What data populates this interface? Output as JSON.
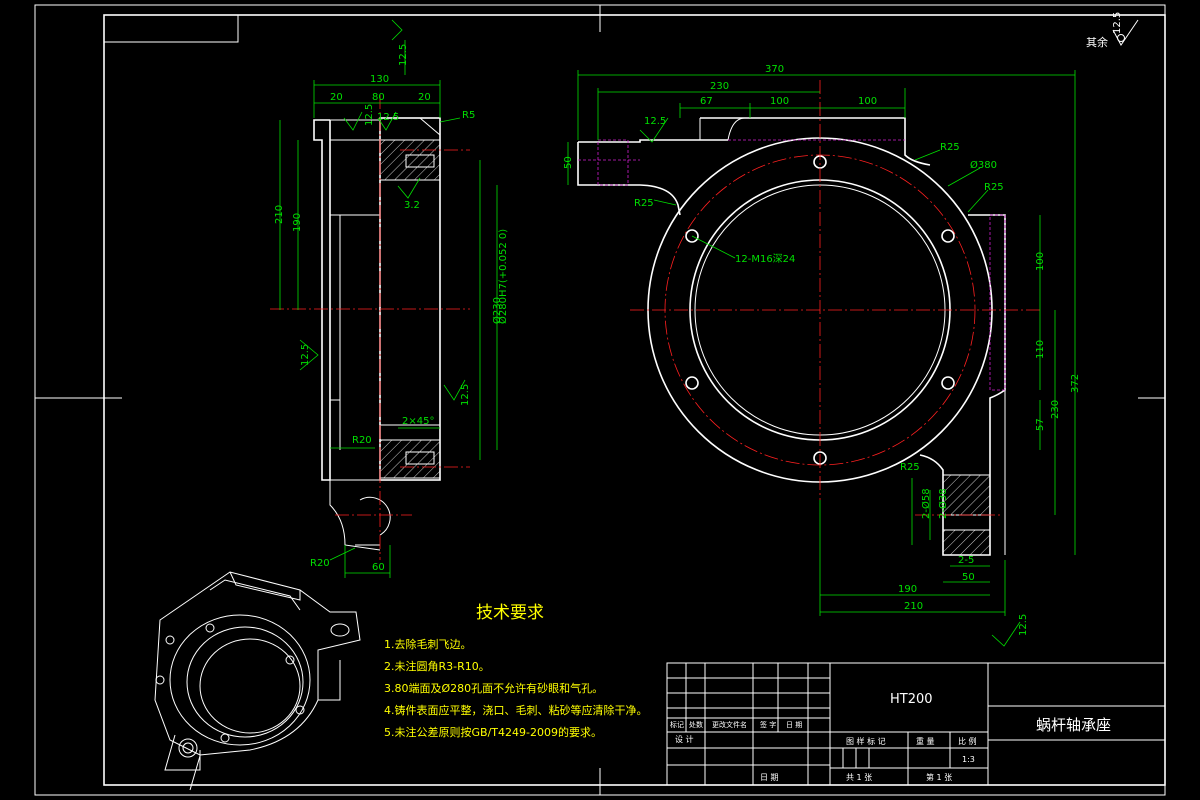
{
  "drawing": {
    "roughness_other": "其余",
    "roughness_other_value": "12.5",
    "material": "HT200",
    "part_name": "蜗杆轴承座",
    "scale": "1:3",
    "sheet_total": "共 1 张",
    "sheet_no": "第 1 张"
  },
  "tech_requirements": {
    "title": "技术要求",
    "items": [
      "1.去除毛刺飞边。",
      "2.未注圆角R3-R10。",
      "3.80端面及Ø280孔面不允许有砂眼和气孔。",
      "4.铸件表面应平整，浇口、毛刺、粘砂等应清除干净。",
      "5.未注公差原则按GB/T4249-2009的要求。"
    ]
  },
  "title_block": {
    "row_labels": [
      "标记",
      "处数",
      "更改文件名",
      "签 字",
      "日 期"
    ],
    "design": "设 计",
    "stage_labels": [
      "图 样 标 记",
      "重 量",
      "比 例"
    ],
    "date_label": "日 期"
  },
  "side_view_dims": {
    "top_total": "130",
    "top_left": "20",
    "top_mid": "80",
    "top_right": "20",
    "r5": "R5",
    "h210": "210",
    "h190": "190",
    "phi280": "Ø280H7(+0.052 0)",
    "phi230": "Ø230",
    "ra32": "3.2",
    "ra125_a": "12.5",
    "ra125_b": "12.5",
    "ra125_c": "12.5",
    "ra125_d": "12.5",
    "ra125_left": "12.5",
    "chamfer": "2×45°",
    "r20_a": "R20",
    "r20_b": "R20",
    "bottom_60": "60"
  },
  "front_view_dims": {
    "w370": "370",
    "w230": "230",
    "w67": "67",
    "w100a": "100",
    "w100b": "100",
    "h50": "50",
    "ra125": "12.5",
    "r25_a": "R25",
    "r25_b": "R25",
    "r25_c": "R25",
    "r25_d": "R25",
    "phi380": "Ø380",
    "holes": "12-M16深24",
    "v100": "100",
    "v110": "110",
    "v57": "57",
    "v230": "230",
    "v372": "372",
    "h190": "190",
    "h210": "210",
    "phi_a": "2-Ø58",
    "phi_b": "2-Ø38",
    "d2_5": "2-5",
    "d50": "50",
    "ra125_bottom": "12.5"
  }
}
